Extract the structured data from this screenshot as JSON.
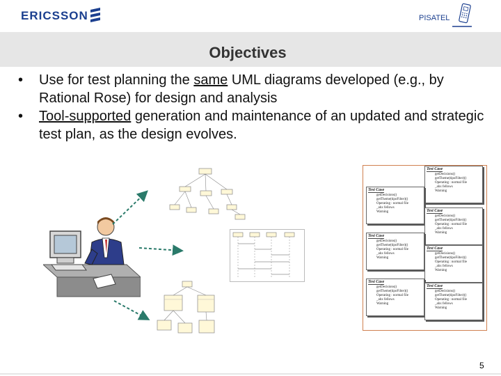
{
  "header": {
    "logo": "ERICSSON",
    "partner": "PISATEL"
  },
  "slide": {
    "title": "Objectives",
    "bullet1_pre": "Use for test planning the ",
    "bullet1_underlined": "same",
    "bullet1_post": " UML diagrams developed (e.g., by Rational Rose) for design and analysis",
    "bullet2_underlined": "Tool-supported",
    "bullet2_post": " generation and maintenance of an updated and strategic test plan, as the design evolves.",
    "bullet_marker": "•"
  },
  "test_case_card": {
    "heading": "Test Case",
    "lines": [
      "getDecisions()",
      "getTheme(tipoFilter)()",
      "Operating : normal file",
      "_ahx fellows",
      "Warning"
    ]
  },
  "page_number": "5",
  "colors": {
    "logo": "#1b3f8f",
    "title_band": "#e6e6e6",
    "arrow": "#2a7a6a",
    "box_border": "#d08050"
  },
  "icons": [
    "ericsson-logo-icon",
    "pisatel-phone-icon",
    "person-at-computer-icon",
    "arrow-icon"
  ]
}
